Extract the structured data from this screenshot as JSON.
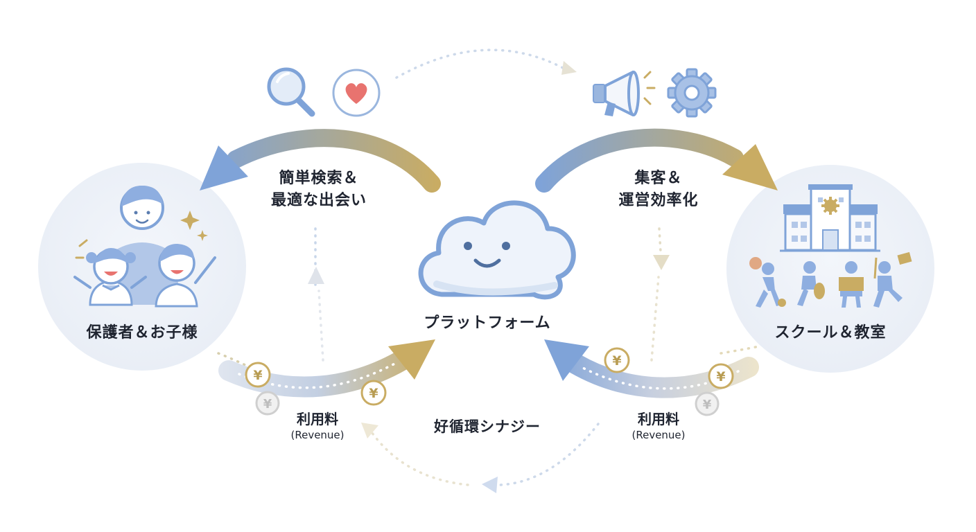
{
  "nodes": {
    "left": "保護者＆お子様",
    "center": "プラットフォーム",
    "right": "スクール＆教室"
  },
  "flows": {
    "to_parents": [
      "簡単検索＆",
      "最適な出会い"
    ],
    "to_schools": [
      "集客＆",
      "運営効率化"
    ],
    "fee_left": {
      "label": "利用料",
      "sub": "(Revenue)"
    },
    "fee_right": {
      "label": "利用料",
      "sub": "(Revenue)"
    },
    "cycle": "好循環シナジー"
  },
  "coin_symbol": "¥",
  "icons": [
    "search-icon",
    "heart-icon",
    "megaphone-icon",
    "gear-icon",
    "cloud-icon",
    "school-building-icon",
    "family-icon",
    "kids-activities-icon",
    "yen-coin-icon"
  ],
  "colors": {
    "blue": "#7fa3d8",
    "gold": "#c9ac63",
    "circle_bg": "#eef2f8",
    "heart": "#e8736f"
  }
}
